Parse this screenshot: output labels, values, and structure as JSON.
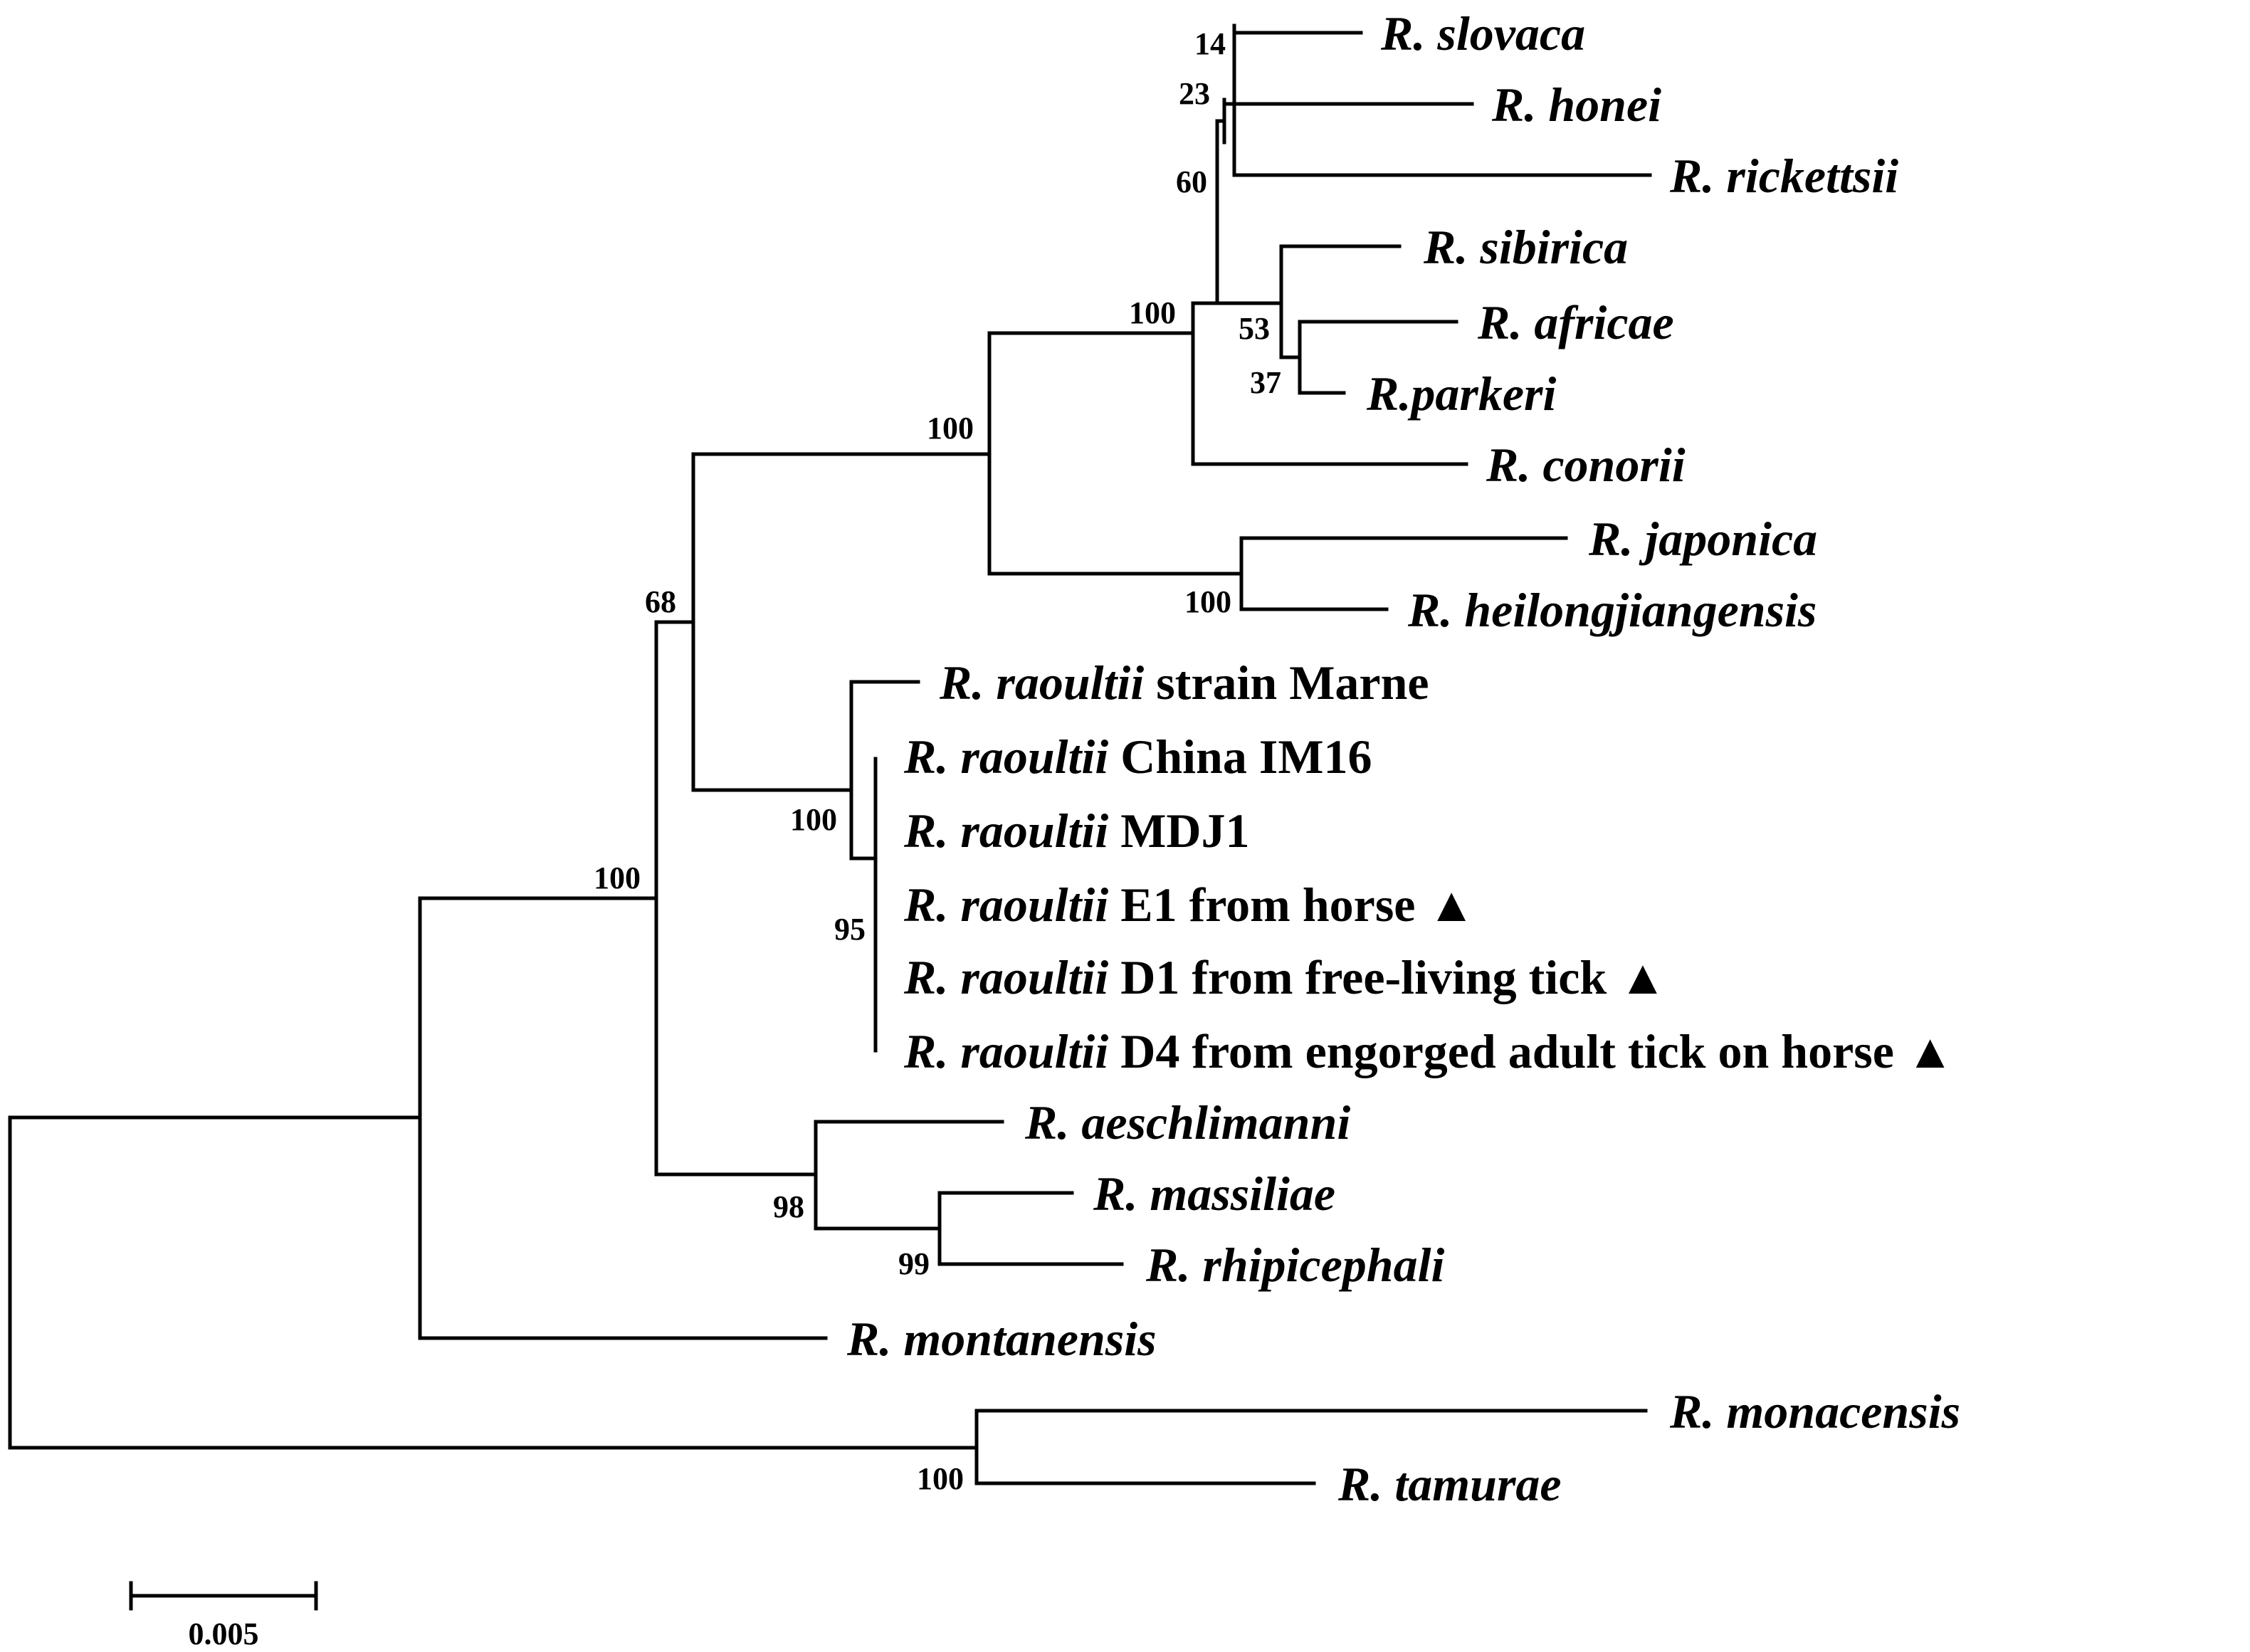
{
  "tree": {
    "marker_symbol": "▲",
    "leaves": [
      {
        "id": "slovaca",
        "genus": "R.",
        "species": "slovaca",
        "extra": "",
        "marked": false
      },
      {
        "id": "honei",
        "genus": "R.",
        "species": "honei",
        "extra": "",
        "marked": false
      },
      {
        "id": "rickettsii",
        "genus": "R.",
        "species": "rickettsii",
        "extra": "",
        "marked": false
      },
      {
        "id": "sibirica",
        "genus": "R.",
        "species": "sibirica",
        "extra": "",
        "marked": false
      },
      {
        "id": "africae",
        "genus": "R.",
        "species": "africae",
        "extra": "",
        "marked": false
      },
      {
        "id": "parkeri",
        "genus": "R.",
        "species": "parkeri",
        "extra": "",
        "marked": false,
        "no_space": true
      },
      {
        "id": "conorii",
        "genus": "R.",
        "species": "conorii",
        "extra": "",
        "marked": false
      },
      {
        "id": "japonica",
        "genus": "R.",
        "species": "japonica",
        "extra": "",
        "marked": false
      },
      {
        "id": "heilongjiangensis",
        "genus": "R.",
        "species": "heilongjiangensis",
        "extra": "",
        "marked": false
      },
      {
        "id": "raoultii-marne",
        "genus": "R.",
        "species": "raoultii",
        "extra": "strain Marne",
        "marked": false
      },
      {
        "id": "raoultii-im16",
        "genus": "R.",
        "species": "raoultii",
        "extra": "China IM16",
        "marked": false
      },
      {
        "id": "raoultii-mdj1",
        "genus": "R.",
        "species": "raoultii",
        "extra": "MDJ1",
        "marked": false
      },
      {
        "id": "raoultii-e1",
        "genus": "R.",
        "species": "raoultii",
        "extra": "E1 from horse",
        "marked": true
      },
      {
        "id": "raoultii-d1",
        "genus": "R.",
        "species": "raoultii",
        "extra": "D1 from free-living tick",
        "marked": true
      },
      {
        "id": "raoultii-d4",
        "genus": "R.",
        "species": "raoultii",
        "extra": "D4 from engorged adult tick on horse",
        "marked": true
      },
      {
        "id": "aeschlimanni",
        "genus": "R.",
        "species": "aeschlimanni",
        "extra": "",
        "marked": false
      },
      {
        "id": "massiliae",
        "genus": "R.",
        "species": "massiliae",
        "extra": "",
        "marked": false
      },
      {
        "id": "rhipicephali",
        "genus": "R.",
        "species": "rhipicephali",
        "extra": "",
        "marked": false
      },
      {
        "id": "montanensis",
        "genus": "R.",
        "species": "montanensis",
        "extra": "",
        "marked": false
      },
      {
        "id": "monacensis",
        "genus": "R.",
        "species": "monacensis",
        "extra": "",
        "marked": false
      },
      {
        "id": "tamurae",
        "genus": "R.",
        "species": "tamurae",
        "extra": "",
        "marked": false
      }
    ],
    "bootstrap": [
      {
        "node": "slovaca-honei",
        "value": "14"
      },
      {
        "node": "slovaca-honei-rickettsii",
        "value": "23"
      },
      {
        "node": "spotted-fever-core",
        "value": "60"
      },
      {
        "node": "sibirica-africae-parkeri",
        "value": "53"
      },
      {
        "node": "africae-parkeri",
        "value": "37"
      },
      {
        "node": "with-conorii",
        "value": "100"
      },
      {
        "node": "with-japonica-group",
        "value": "100"
      },
      {
        "node": "japonica-heilongjiangensis",
        "value": "100"
      },
      {
        "node": "with-raoultii",
        "value": "68"
      },
      {
        "node": "raoultii-clade",
        "value": "100"
      },
      {
        "node": "raoultii-subclade",
        "value": "95"
      },
      {
        "node": "with-aeschlimanni-group",
        "value": "100"
      },
      {
        "node": "aeschlimanni-group",
        "value": "98"
      },
      {
        "node": "massiliae-rhipicephali",
        "value": "99"
      },
      {
        "node": "monacensis-tamurae",
        "value": "100"
      }
    ],
    "scale_bar": {
      "label": "0.005",
      "value": 0.005
    }
  }
}
